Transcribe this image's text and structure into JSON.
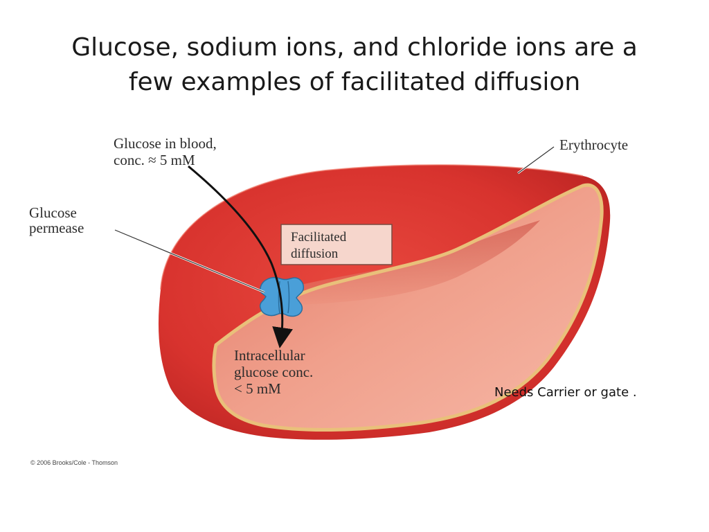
{
  "title": {
    "line1": "Glucose, sodium ions, and chloride ions are a",
    "line2": "few examples of facilitated diffusion"
  },
  "diagram": {
    "label_blood_line1": "Glucose in blood,",
    "label_blood_line2": "conc. ≈ 5 mM",
    "label_permease_line1": "Glucose",
    "label_permease_line2": "permease",
    "label_erythrocyte": "Erythrocyte",
    "label_process_line1": "Facilitated",
    "label_process_line2": "diffusion",
    "label_intracellular_line1": "Intracellular",
    "label_intracellular_line2": "glucose conc.",
    "label_intracellular_line3": "< 5 mM",
    "copyright": "© 2006 Brooks/Cole - Thomson",
    "colors": {
      "cell_outer": "#d8332e",
      "cell_inner": "#f2a592",
      "membrane_rim": "#e9c07a",
      "permease": "#4a9fd8",
      "process_box": "#f6d6cc"
    }
  },
  "note": "Needs Carrier or gate ."
}
